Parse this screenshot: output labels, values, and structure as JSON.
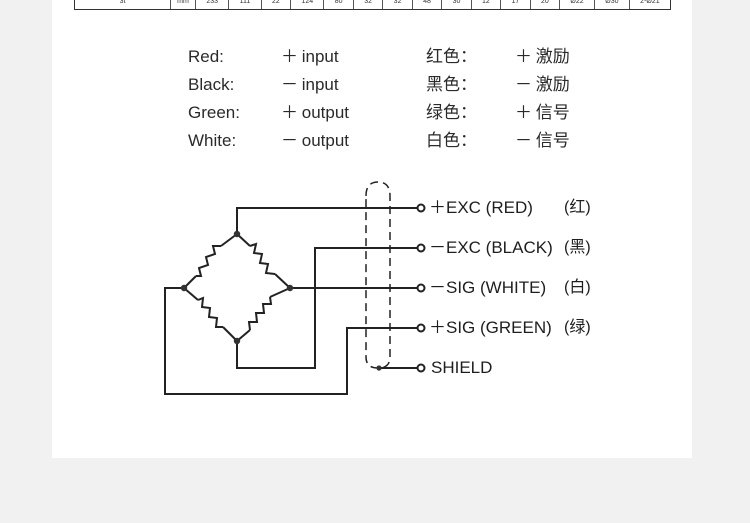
{
  "spec_table_row": [
    "3t",
    "mm",
    "233",
    "111",
    "22",
    "124",
    "80",
    "32",
    "32",
    "48",
    "30",
    "12",
    "17",
    "20",
    "Ø22",
    "Ø30",
    "2-Ø21"
  ],
  "legend": [
    {
      "en_label": "Red:",
      "en_sign": "＋",
      "en_role": "input",
      "cn_label": "红色：",
      "cn_sign": "＋",
      "cn_role": "激励"
    },
    {
      "en_label": "Black:",
      "en_sign": "－",
      "en_role": "input",
      "cn_label": "黑色：",
      "cn_sign": "－",
      "cn_role": "激励"
    },
    {
      "en_label": "Green:",
      "en_sign": "＋",
      "en_role": "output",
      "cn_label": "绿色：",
      "cn_sign": "＋",
      "cn_role": "信号"
    },
    {
      "en_label": "White:",
      "en_sign": "－",
      "en_role": "output",
      "cn_label": "白色：",
      "cn_sign": "－",
      "cn_role": "信号"
    }
  ],
  "terminals": [
    {
      "sign": "＋",
      "name": "EXC (RED)",
      "cn": "(红)"
    },
    {
      "sign": "－",
      "name": "EXC (BLACK)",
      "cn": "(黑)"
    },
    {
      "sign": "－",
      "name": "SIG (WHITE)",
      "cn": "(白)"
    },
    {
      "sign": "＋",
      "name": "SIG (GREEN)",
      "cn": "(绿)"
    },
    {
      "sign": "",
      "name": "SHIELD",
      "cn": ""
    }
  ],
  "colors": {
    "line": "#222222",
    "background": "#f1f1f1",
    "paper": "#ffffff"
  }
}
